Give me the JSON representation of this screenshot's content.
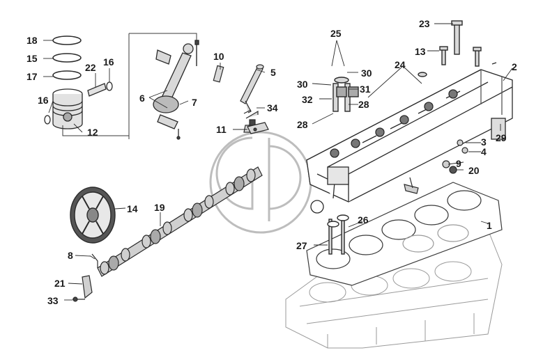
{
  "callouts": [
    {
      "id": "1",
      "text": "1"
    },
    {
      "id": "2",
      "text": "2"
    },
    {
      "id": "3",
      "text": "3"
    },
    {
      "id": "4",
      "text": "4"
    },
    {
      "id": "5",
      "text": "5"
    },
    {
      "id": "6",
      "text": "6"
    },
    {
      "id": "7",
      "text": "7"
    },
    {
      "id": "8",
      "text": "8"
    },
    {
      "id": "9",
      "text": "9"
    },
    {
      "id": "10",
      "text": "10"
    },
    {
      "id": "11",
      "text": "11"
    },
    {
      "id": "12",
      "text": "12"
    },
    {
      "id": "13",
      "text": "13"
    },
    {
      "id": "14",
      "text": "14"
    },
    {
      "id": "15",
      "text": "15"
    },
    {
      "id": "16a",
      "text": "16"
    },
    {
      "id": "16b",
      "text": "16"
    },
    {
      "id": "17",
      "text": "17"
    },
    {
      "id": "18",
      "text": "18"
    },
    {
      "id": "19",
      "text": "19"
    },
    {
      "id": "20",
      "text": "20"
    },
    {
      "id": "21",
      "text": "21"
    },
    {
      "id": "22",
      "text": "22"
    },
    {
      "id": "23",
      "text": "23"
    },
    {
      "id": "24",
      "text": "24"
    },
    {
      "id": "25",
      "text": "25"
    },
    {
      "id": "26",
      "text": "26"
    },
    {
      "id": "27",
      "text": "27"
    },
    {
      "id": "28a",
      "text": "28"
    },
    {
      "id": "28b",
      "text": "28"
    },
    {
      "id": "29",
      "text": "29"
    },
    {
      "id": "30a",
      "text": "30"
    },
    {
      "id": "30b",
      "text": "30"
    },
    {
      "id": "31",
      "text": "31"
    },
    {
      "id": "32",
      "text": "32"
    },
    {
      "id": "33",
      "text": "33"
    },
    {
      "id": "34",
      "text": "34"
    }
  ],
  "colors": {
    "line": "#3a3a3a",
    "lightLine": "#9a9a9a",
    "dark": "#2a2a2a",
    "fill": "#d9d9d9",
    "watermark": "#bdbdbd"
  }
}
